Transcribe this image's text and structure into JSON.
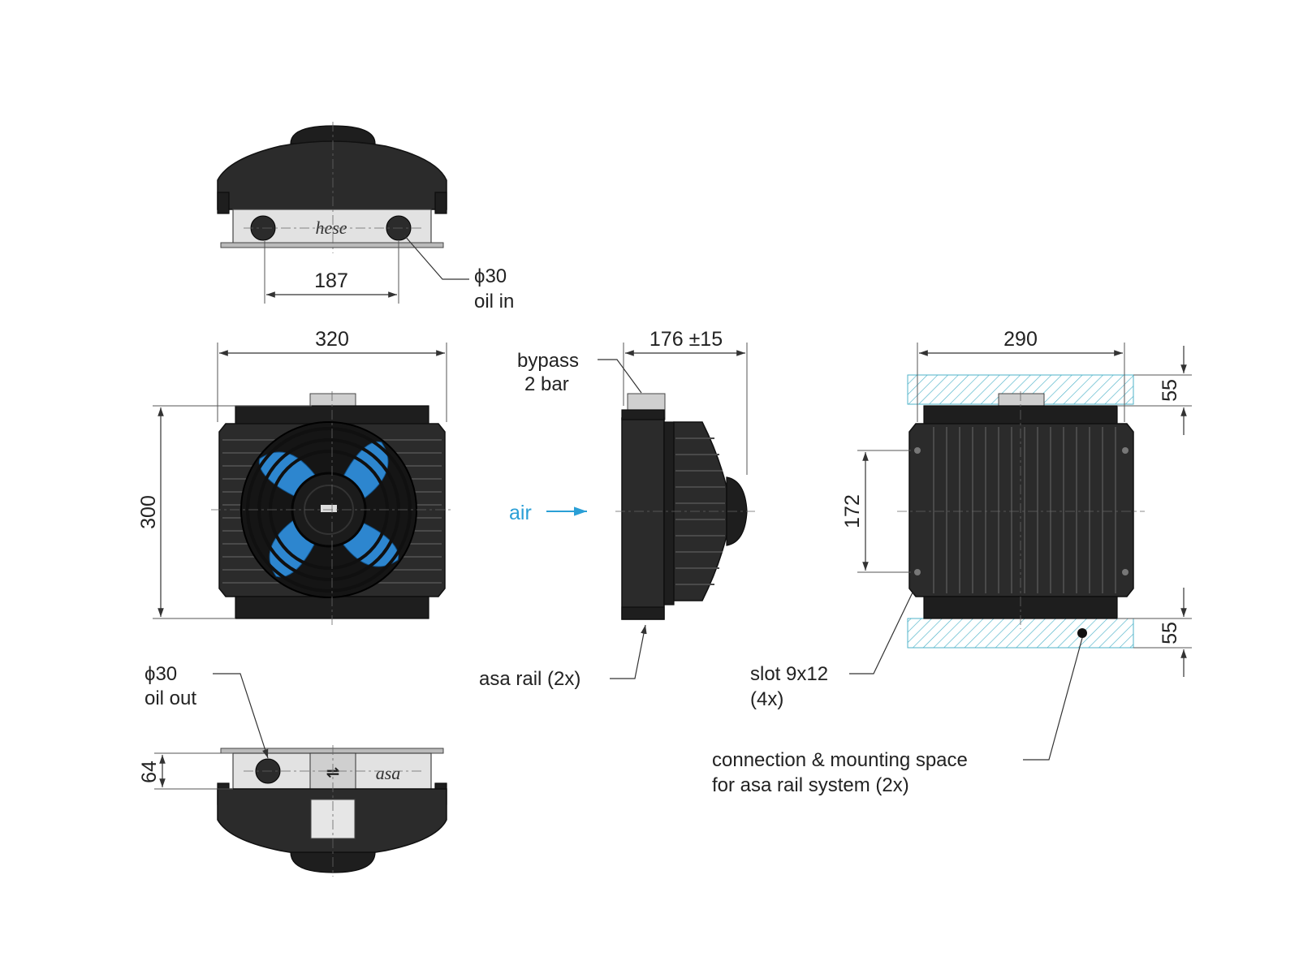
{
  "top_view": {
    "brand_mark": "hese",
    "dim_port_spacing": "187",
    "port_diameter": "ϕ30",
    "port_label": "oil in"
  },
  "front_view": {
    "dim_width": "320",
    "dim_height": "300",
    "fan_color": "#2d86cf"
  },
  "side_view": {
    "dim_depth": "176 ±15",
    "bypass_label_line1": "bypass",
    "bypass_label_line2": "2 bar",
    "air_label": "air",
    "air_color": "#2a9fd6",
    "rail_label": "asa rail (2x)"
  },
  "rear_view": {
    "dim_width": "290",
    "dim_top_space": "55",
    "dim_bottom_space": "55",
    "dim_slot_spacing": "172",
    "slot_label_line1": "slot 9x12",
    "slot_label_line2": "(4x)",
    "space_label_line1": "connection & mounting space",
    "space_label_line2": "for asa rail system (2x)",
    "hatch_color": "#4fb3c9"
  },
  "bottom_view": {
    "brand_mark": "asa",
    "port_diameter": "ϕ30",
    "port_label": "oil out",
    "dim_height": "64"
  }
}
